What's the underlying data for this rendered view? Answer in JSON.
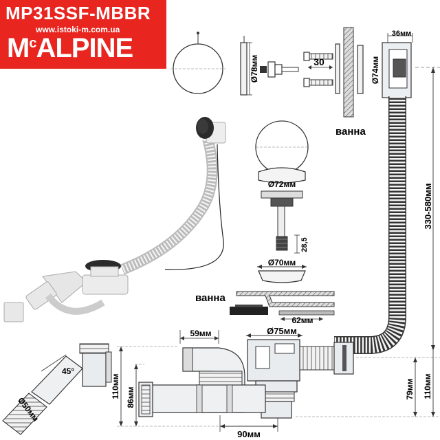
{
  "header": {
    "model": "MP31SSF-MBBR",
    "website": "www.istoki-m.com.ua",
    "brand_name": "M",
    "brand_superscript": "c",
    "brand_rest": "ALPINE"
  },
  "labels": {
    "bath_top": "ванна",
    "bath_middle": "ванна"
  },
  "dimensions": {
    "d78": "Ø78мм",
    "d30": "30",
    "d36": "36мм",
    "d74": "Ø74мм",
    "d72": "Ø72мм",
    "d28_5": "28,5",
    "d70": "Ø70мм",
    "d62": "62мм",
    "d75": "Ø75мм",
    "d59": "59мм",
    "angle45": "45°",
    "d50": "Ø50мм",
    "h110_left": "110мм",
    "h86": "86мм",
    "w90": "90мм",
    "h79": "79мм",
    "h110_right": "110мм",
    "range330_580": "330-580мм"
  },
  "colors": {
    "brand_red": "#e8251f",
    "line": "#333333",
    "plastic": "#e9ecef",
    "dark_part": "#222222"
  }
}
